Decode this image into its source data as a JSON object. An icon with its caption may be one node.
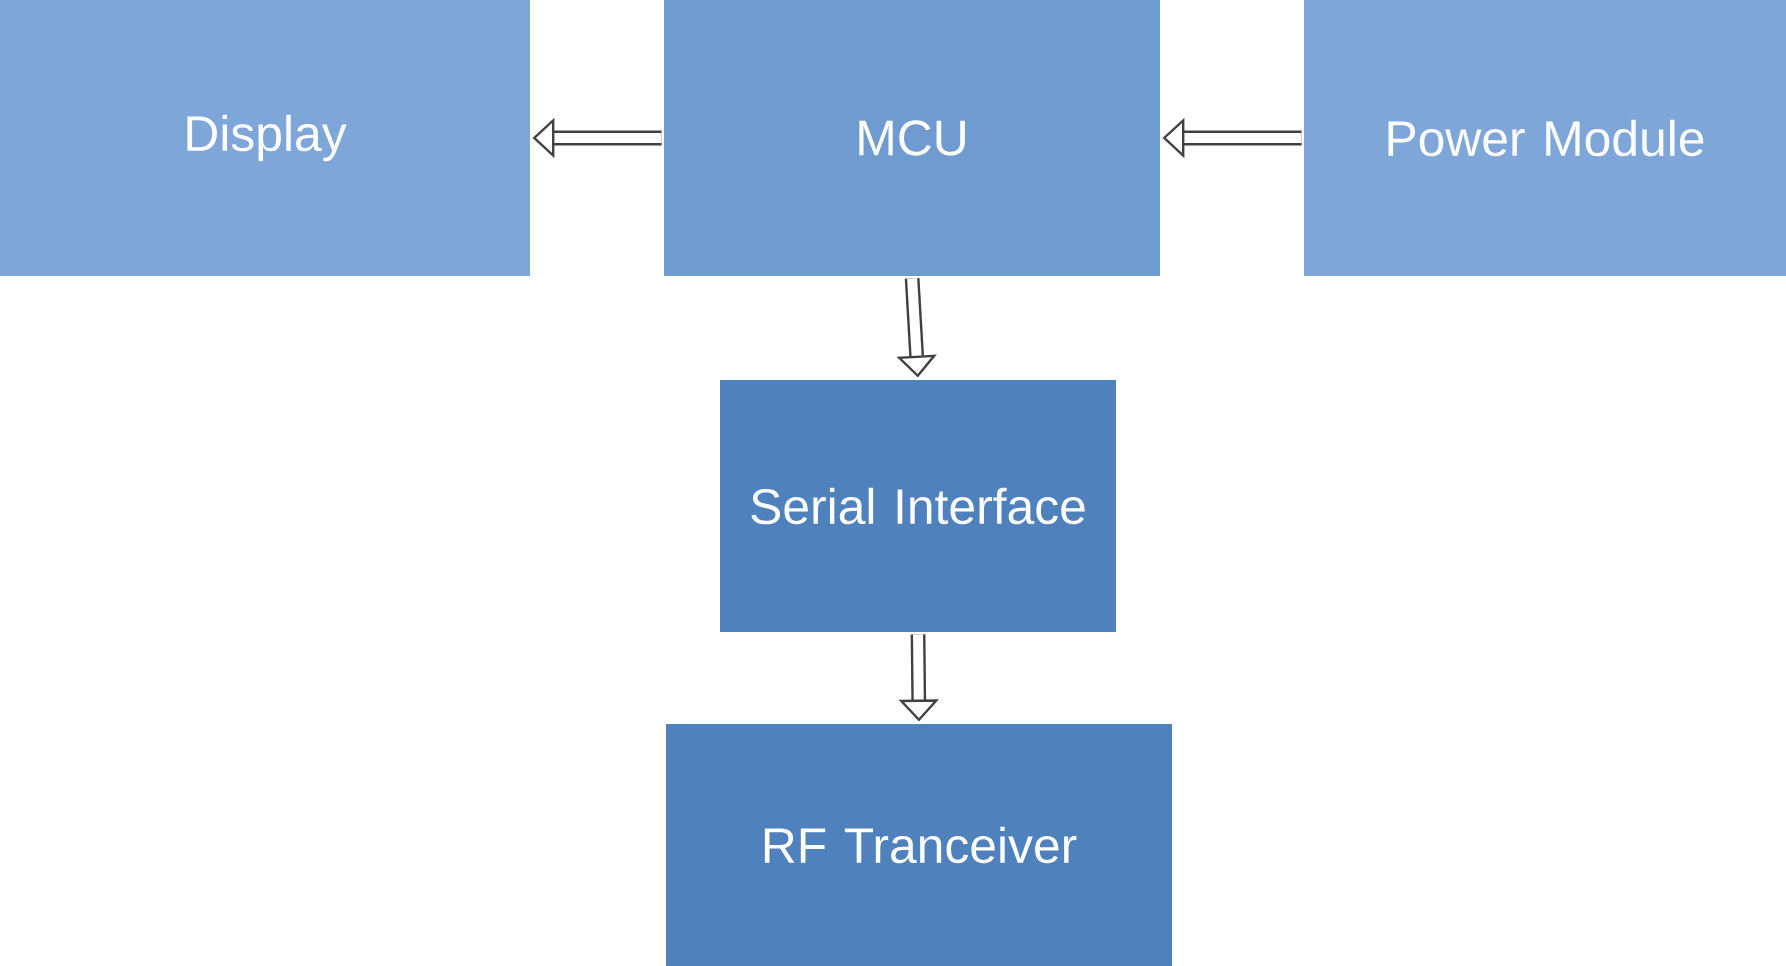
{
  "diagram": {
    "nodes": [
      {
        "text": [
          "Display"
        ]
      },
      {
        "text": [
          "MCU"
        ]
      },
      {
        "text": [
          "Power Module"
        ]
      },
      {
        "text": [
          "Serial Interface"
        ]
      },
      {
        "text": [
          "RF Tranceiver"
        ]
      }
    ],
    "edges": [
      {
        "from": 1,
        "to": 0,
        "arrow": "to"
      },
      {
        "from": 2,
        "to": 1,
        "arrow": "to"
      },
      {
        "from": 1,
        "to": 3,
        "arrow": "to"
      },
      {
        "from": 3,
        "to": 4,
        "arrow": "to"
      }
    ]
  }
}
